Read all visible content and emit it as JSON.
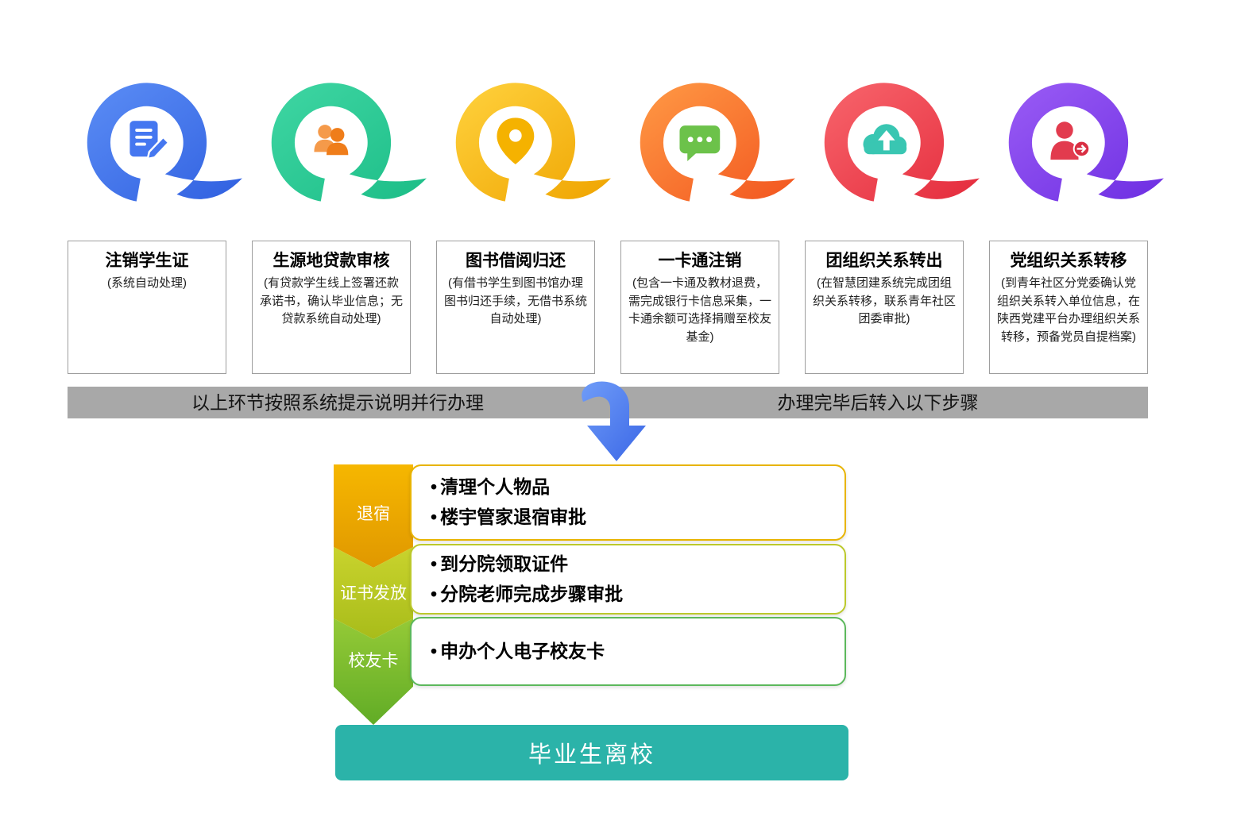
{
  "steps": [
    {
      "title": "注销学生证",
      "desc": "(系统自动处理)",
      "icon": "document-edit-icon",
      "color": "#4a7df2"
    },
    {
      "title": "生源地贷款审核",
      "desc": "(有贷款学生线上签署还款承诺书，确认毕业信息；无贷款系统自动处理)",
      "icon": "people-icon",
      "color": "#2fcf9e"
    },
    {
      "title": "图书借阅归还",
      "desc": "(有借书学生到图书馆办理图书归还手续，无借书系统自动处理)",
      "icon": "location-pin-icon",
      "color": "#f6c117"
    },
    {
      "title": "一卡通注销",
      "desc": "(包含一卡通及教材退费，需完成银行卡信息采集，一卡通余额可选择捐赠至校友基金)",
      "icon": "chat-message-icon",
      "color": "#f8793a"
    },
    {
      "title": "团组织关系转出",
      "desc": "(在智慧团建系统完成团组织关系转移，联系青年社区团委审批)",
      "icon": "cloud-upload-icon",
      "color": "#f0414e"
    },
    {
      "title": "党组织关系转移",
      "desc": "(到青年社区分党委确认党组织关系转入单位信息，在陕西党建平台办理组织关系转移，预备党员自提档案)",
      "icon": "person-transfer-icon",
      "color": "#8a47ef"
    }
  ],
  "banner": {
    "left": "以上环节按照系统提示说明并行办理",
    "right": "办理完毕后转入以下步骤"
  },
  "flow": [
    {
      "label": "退宿",
      "items": [
        "清理个人物品",
        "楼宇管家退宿审批"
      ],
      "color": "#efa900"
    },
    {
      "label": "证书发放",
      "items": [
        "到分院领取证件",
        "分院老师完成步骤审批"
      ],
      "color": "#b7c723"
    },
    {
      "label": "校友卡",
      "items": [
        "申办个人电子校友卡"
      ],
      "color": "#7cbe31"
    }
  ],
  "footer": {
    "label": "毕业生离校",
    "color": "#2bb3a9"
  }
}
